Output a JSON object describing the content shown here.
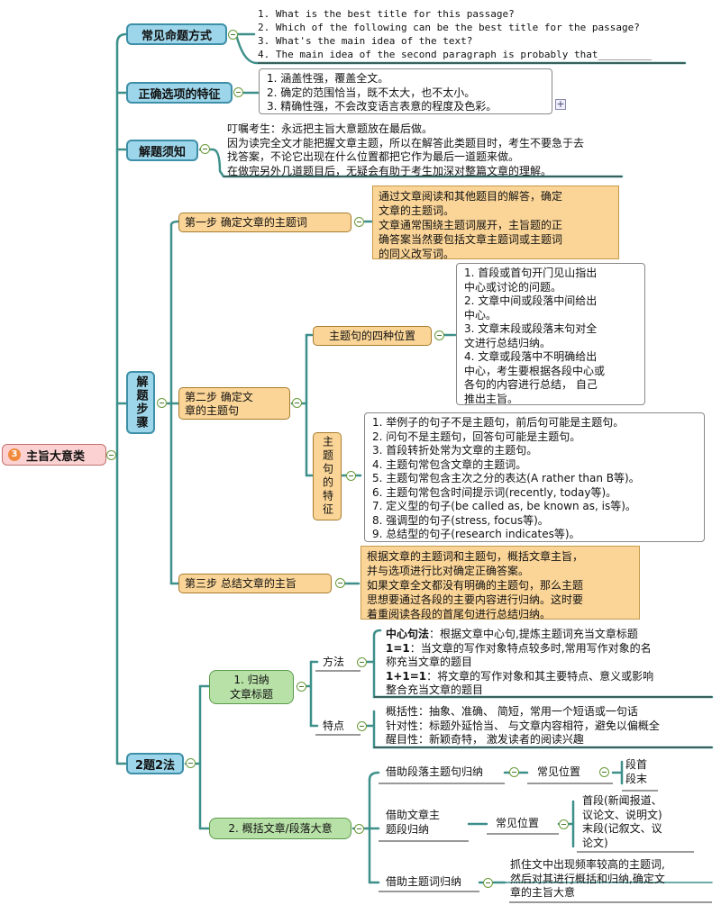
{
  "root": {
    "number": "3",
    "label": "主旨大意类"
  },
  "branches": {
    "common": "常见命题方式",
    "features": "正确选项的特征",
    "notes": "解题须知",
    "steps": "解题步骤",
    "two": "2题2法"
  },
  "common_items": [
    "1. What is the best title for this passage?",
    "2. Which of the following can be the best title for the passage?",
    "3. What's the main idea of the text?",
    "4. The main idea of the second paragraph is probably that_________"
  ],
  "feature_items": [
    "1. 涵盖性强，覆盖全文。",
    "2. 确定的范围恰当，既不太大，也不太小。",
    "3. 精确性强，不会改变语言表意的程度及色彩。"
  ],
  "notes_items": [
    "叮嘱考生：永远把主旨大意题放在最后做。",
    "因为读完全文才能把握文章主题，所以在解答此类题目时，考生不要急于去",
    "找答案，不论它出现在什么位置都把它作为最后一道题来做。",
    "在做完另外几道题目后，无疑会有助于考生加深对整篇文章的理解。"
  ],
  "step1": {
    "label": "第一步   确定文章的主题词",
    "desc": [
      "通过文章阅读和其他题目的解答，确定",
      "文章的主题词。",
      "文章通常围绕主题词展开，主旨题的正",
      "确答案当然要包括文章主题词或主题词",
      "的同义改写词。"
    ]
  },
  "step2": {
    "label_l1": "第二步   确定文",
    "label_l2": "章的主题句",
    "pos_label": "主题句的四种位置",
    "pos_items": [
      "1. 首段或首句开门见山指出",
      "中心或讨论的问题。",
      "2. 文章中间或段落中间给出",
      "中心。",
      "3. 文章末段或段落末句对全",
      "文进行总结归纳。",
      "4. 文章或段落中不明确给出",
      "中心，考生要根据各段中心或",
      "各句的内容进行总结，   自己",
      "推出主旨。"
    ],
    "feat_label": "主题句的特征",
    "feat_items": [
      "1. 举例子的句子不是主题句，前后句可能是主题句。",
      "2. 问句不是主题句，回答句可能是主题句。",
      "3. 首段转折处常为文章的主题句。",
      "4. 主题句常包含文章的主题词。",
      "5. 主题句常包含主次之分的表达(A rather than B等)。",
      "6. 主题句常包含时间提示词(recently, today等)。",
      "7. 定义型的句子(be called as, be known as, is等)。",
      "8. 强调型的句子(stress,  focus等)。",
      "9. 总结型的句子(research indicates等)。"
    ]
  },
  "step3": {
    "label": "第三步   总结文章的主旨",
    "desc": [
      "根据文章的主题词和主题句，概括文章主旨，",
      "并与选项进行比对确定正确答案。",
      "如果文章全文都没有明确的主题句，那么主题",
      "思想要通过各段的主要内容进行归纳。这时要",
      "着重阅读各段的首尾句进行总结归纳。"
    ]
  },
  "method1": {
    "label_l1": "1. 归纳",
    "label_l2": "文章标题",
    "way_label": "方法",
    "way": {
      "t1_bold": "中心句法",
      "t1": "：根据文章中心句,提炼主题词充当文章标题",
      "t2_bold": "1=1",
      "t2": "：当文章的写作对象特点较多时,常用写作对象的名",
      "t3": "称充当文章的题目",
      "t4_bold": "1+1=1",
      "t4": "：将文章的写作对象和其主要特点、意义或影响",
      "t5": "整合充当文章的题目"
    },
    "trait_label": "特点",
    "traits": [
      "概括性：抽象、准确、  简短，常用一个短语或一句话",
      "针对性：标题外延恰当、  与文章内容相符，避免以偏概全",
      "醒目性：新颖奇特，  激发读者的阅读兴趣"
    ]
  },
  "method2": {
    "label": "2. 概括文章/段落大意",
    "a_label": "借助段落主题句归纳",
    "a_pos": "常见位置",
    "a_items": [
      "段首",
      "段末"
    ],
    "b_label_l1": "借助文章主",
    "b_label_l2": "题段归纳",
    "b_pos": "常见位置",
    "b_items": [
      "首段(新闻报道、",
      "议论文、说明文)",
      "末段(记叙文、议",
      "论文)"
    ],
    "c_label": "借助主题词归纳",
    "c_desc": [
      "抓住文中出现频率较高的主题词,",
      "然后对其进行概括和归纳,确定文",
      "章的主旨大意"
    ]
  },
  "colors": {
    "line": "#3d8f8a",
    "branch": "#9dd6ea",
    "orange": "#fbd597",
    "green": "#b8e1a8",
    "root": "#fbd1d1"
  },
  "icons": [
    "collapse-icon",
    "plus-icon"
  ]
}
